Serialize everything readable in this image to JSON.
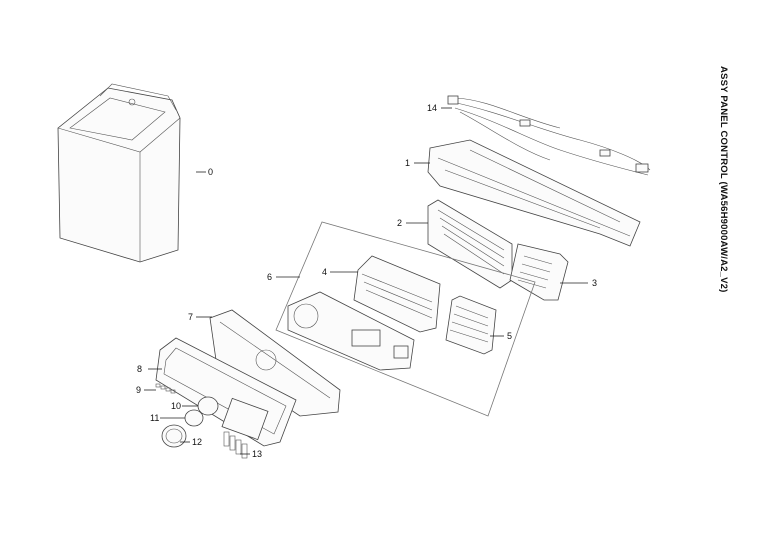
{
  "title": "ASSY PANEL CONTROL (WA56H9000AW/A2_V2)",
  "callouts": [
    "0",
    "1",
    "2",
    "3",
    "4",
    "5",
    "6",
    "7",
    "8",
    "9",
    "10",
    "11",
    "12",
    "13",
    "14"
  ]
}
